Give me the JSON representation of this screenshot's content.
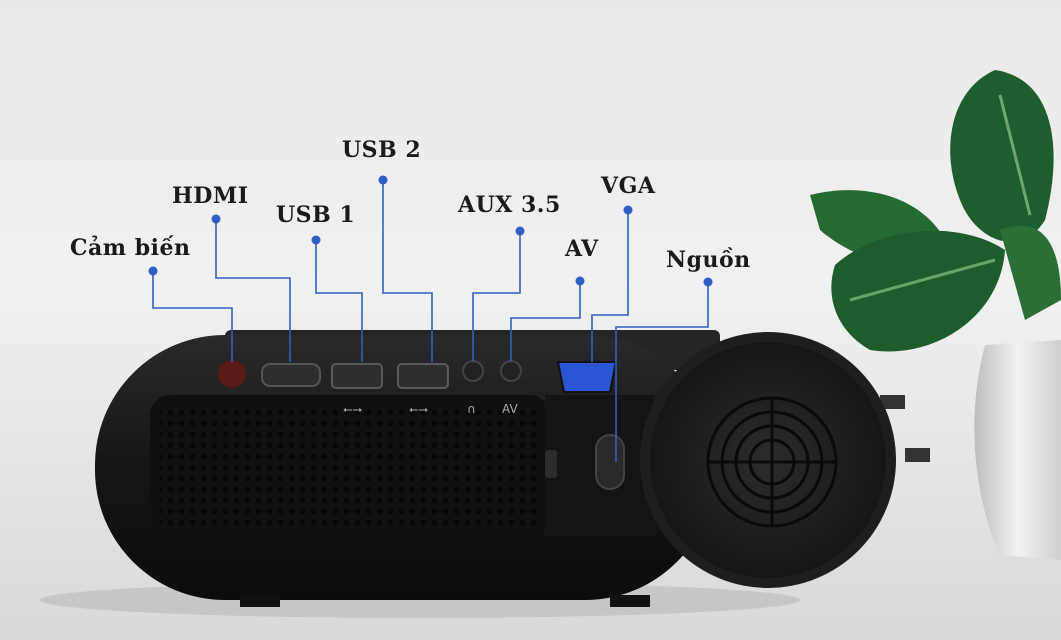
{
  "labels": {
    "cam_bien": "Cảm biến",
    "hdmi": "HDMI",
    "usb1": "USB 1",
    "usb2": "USB 2",
    "aux": "AUX 3.5",
    "av": "AV",
    "vga": "VGA",
    "nguon": "Nguồn"
  },
  "panel_marks": {
    "av": "AV"
  },
  "colors": {
    "callout": "#2f5fc4",
    "body": "#1b1b1b",
    "vga_port": "#2a56d6",
    "sensor": "#5a1a1a"
  }
}
